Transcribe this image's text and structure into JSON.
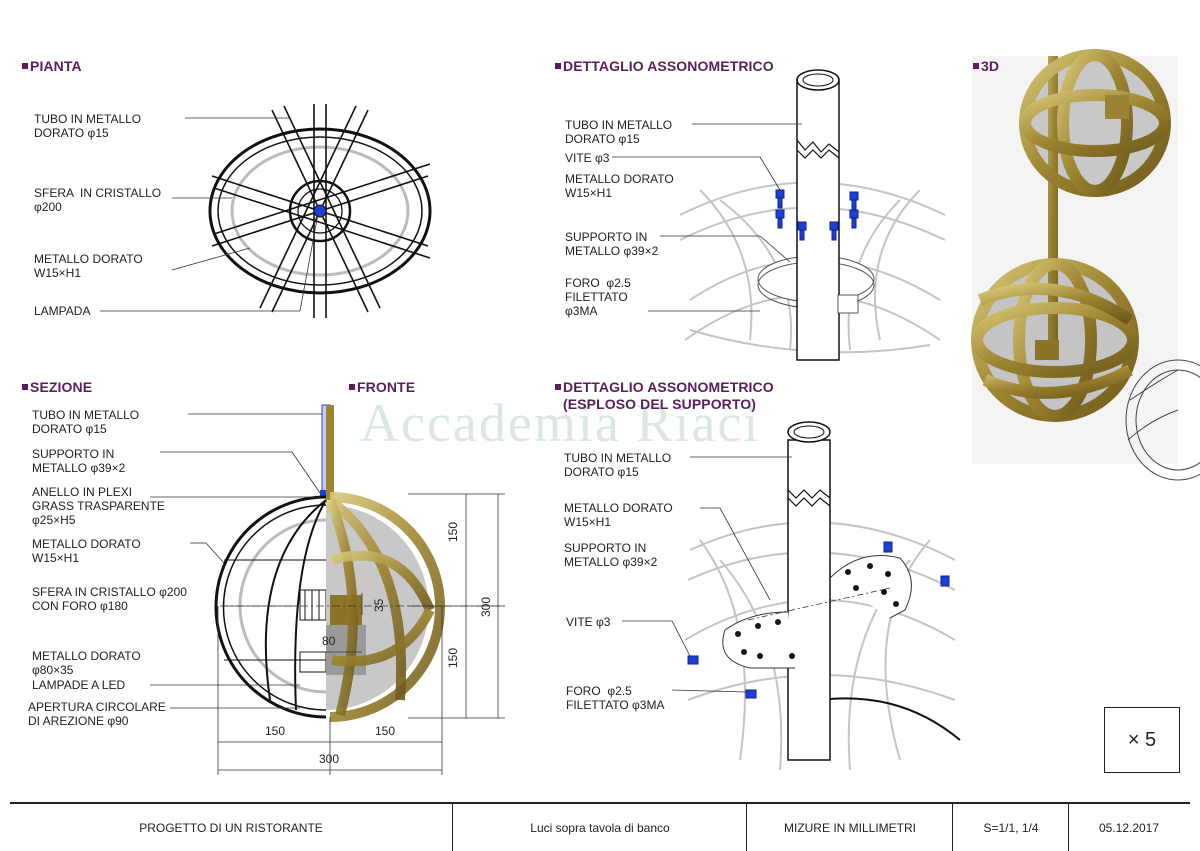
{
  "sections": {
    "pianta": "PIANTA",
    "dettaglio": "DETTAGLIO ASSONOMETRICO",
    "threed": "3D",
    "sezione": "SEZIONE",
    "fronte": "FRONTE",
    "esploso_1": "DETTAGLIO ASSONOMETRICO",
    "esploso_2": "(ESPLOSO DEL SUPPORTO)"
  },
  "pianta_labels": {
    "tubo": "TUBO IN METALLO\nDORATO φ15",
    "sfera": "SFERA  IN CRISTALLO\nφ200",
    "metallo": "METALLO DORATO\nW15×H1",
    "lampada": "LAMPADA"
  },
  "dettaglio_labels": {
    "tubo": "TUBO IN METALLO\nDORATO φ15",
    "vite": "VITE φ3",
    "metallo": "METALLO DORATO\nW15×H1",
    "supporto": "SUPPORTO IN\nMETALLO φ39×2",
    "foro": "FORO  φ2.5\nFILETTATO\nφ3MA"
  },
  "sezione_labels": {
    "tubo": "TUBO IN METALLO\nDORATO φ15",
    "supporto": "SUPPORTO IN\nMETALLO φ39×2",
    "anello": "ANELLO IN PLEXI\nGRASS TRASPARENTE\nφ25×H5",
    "metallo": "METALLO DORATO\nW15×H1",
    "sfera": "SFERA IN CRISTALLO φ200\nCON FORO φ180",
    "metallo2": "METALLO DORATO\nφ80×35",
    "led": "LAMPADE A LED",
    "apertura": "APERTURA CIRCOLARE\nDI AREZIONE φ90"
  },
  "dimensions": {
    "d150_left": "150",
    "d150_right": "150",
    "d300_bottom": "300",
    "d150_upper": "150",
    "d150_lower": "150",
    "d300_side": "300",
    "d80": "80",
    "d35": "35"
  },
  "esploso_labels": {
    "tubo": "TUBO IN METALLO\nDORATO φ15",
    "metallo": "METALLO DORATO\nW15×H1",
    "supporto": "SUPPORTO IN\nMETALLO φ39×2",
    "vite": "VITE φ3",
    "foro": "FORO  φ2.5\nFILETTATO φ3MA"
  },
  "watermark": "Accademia Riaci",
  "scale_box": "× 5",
  "footer": {
    "project": "PROGETTO DI UN RISTORANTE",
    "subject": "Luci sopra tavola di banco",
    "units": "MIZURE IN MILLIMETRI",
    "scale": "S=1/1, 1/4",
    "date": "05.12.2017"
  },
  "colors": {
    "title": "#5a1e5a",
    "gold": "#a38a3a",
    "screw_blue": "#1e3fd6",
    "grey_line": "#b8b8b8"
  }
}
